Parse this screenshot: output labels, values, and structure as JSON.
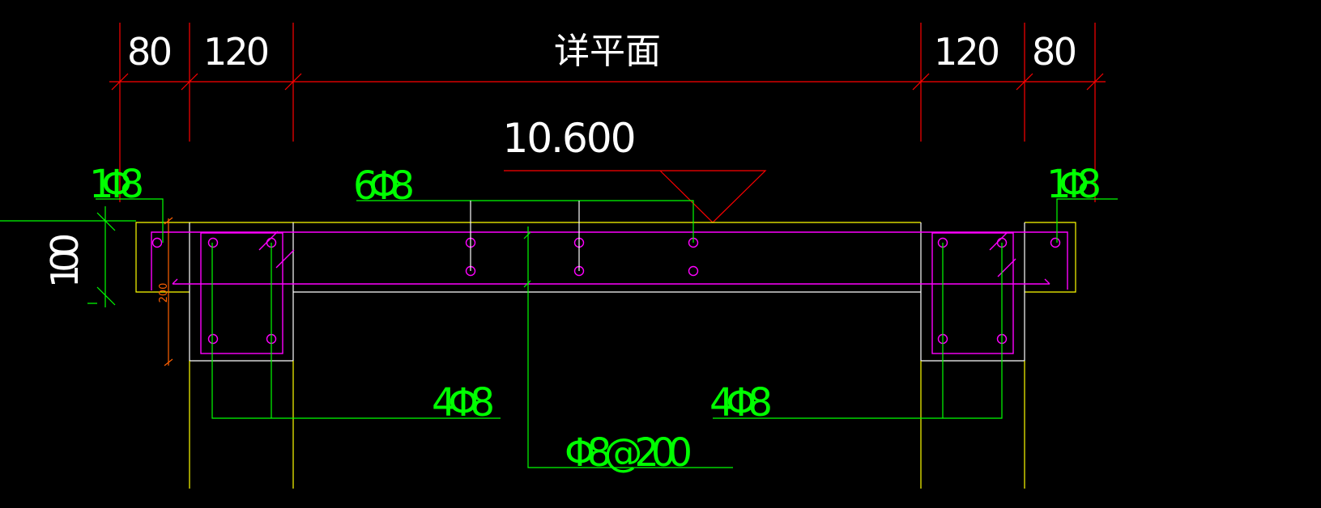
{
  "drawing": {
    "dimensions_top": [
      "80",
      "120",
      "详平面",
      "120",
      "80"
    ],
    "elevation": "10.600",
    "rebar_labels": {
      "left_edge": "1Φ8",
      "slab_top": "6Φ8",
      "right_edge": "1Φ8",
      "left_beam": "4Φ8",
      "right_beam": "4Φ8",
      "distribution": "Φ8@200"
    },
    "dim_slab_thickness": "100",
    "dim_edge_height": "200",
    "colors": {
      "background": "#000000",
      "dimension": "#ff0000",
      "rebar_labels": "#00ff00",
      "rebar": "#ff00ff",
      "concrete_outline": "#ffff00",
      "text": "#ffffff",
      "small_dimension": "#ff6000"
    }
  }
}
